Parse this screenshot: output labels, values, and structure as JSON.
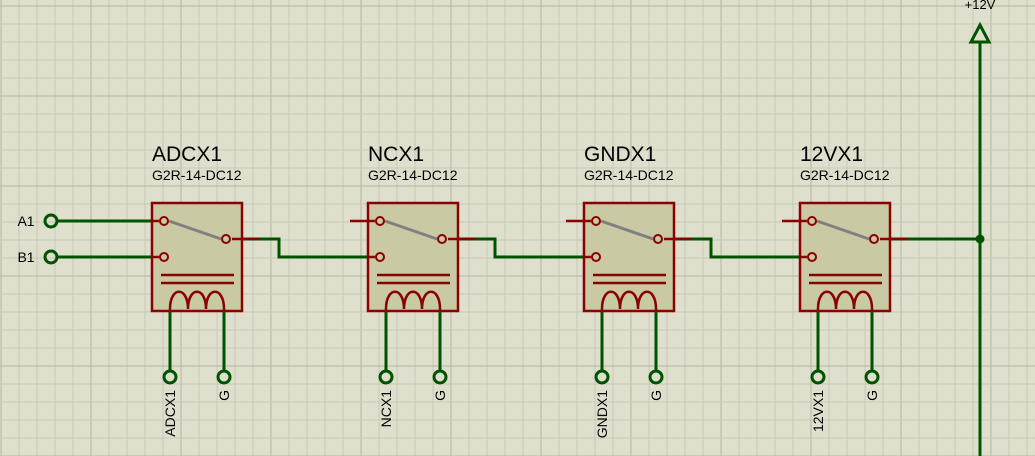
{
  "power": {
    "label": "+12V"
  },
  "inputs": [
    {
      "label": "A1"
    },
    {
      "label": "B1"
    }
  ],
  "relays": [
    {
      "ref": "ADCX1",
      "part": "G2R-14-DC12",
      "coil_net": "ADCX1",
      "gnd_net": "G"
    },
    {
      "ref": "NCX1",
      "part": "G2R-14-DC12",
      "coil_net": "NCX1",
      "gnd_net": "G"
    },
    {
      "ref": "GNDX1",
      "part": "G2R-14-DC12",
      "coil_net": "GNDX1",
      "gnd_net": "G"
    },
    {
      "ref": "12VX1",
      "part": "G2R-14-DC12",
      "coil_net": "12VX1",
      "gnd_net": "G"
    }
  ],
  "colors": {
    "wire": "#005300",
    "component": "#8b0000",
    "component_fill": "#c9c9a4",
    "switch_arm": "#808080",
    "grid_minor": "#c9c9b6",
    "grid_major": "#b5b5a1",
    "background": "#dfdfcd"
  }
}
